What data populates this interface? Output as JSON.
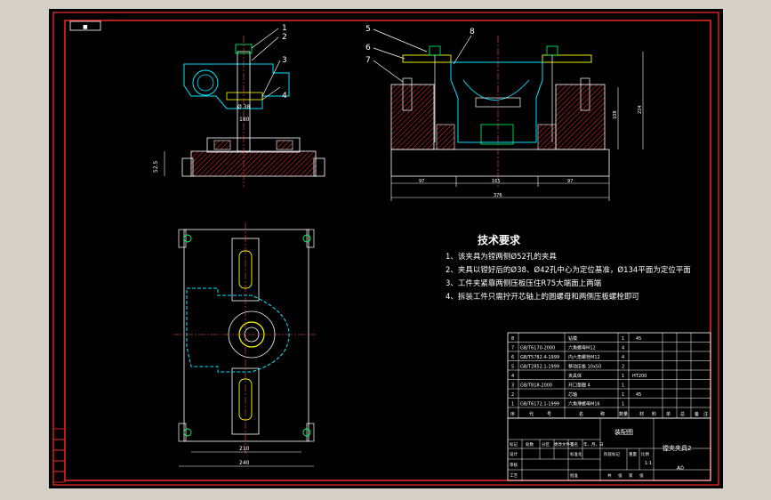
{
  "colors": {
    "frame": "#ff2a2a",
    "outline": "#ffffff",
    "cyan": "#00e5ff",
    "yellow": "#ffff00",
    "green": "#00ff66",
    "hatch": "#ff2a2a",
    "centerline": "#ff4d4d"
  },
  "title_small_box": "■",
  "front_view": {
    "leaders": [
      "1",
      "2",
      "3",
      "4"
    ],
    "dims": {
      "top_width": "Ø 38",
      "span": "180",
      "height": "52.5"
    }
  },
  "side_view": {
    "leaders": [
      "5",
      "6",
      "7",
      "8"
    ],
    "dims": {
      "left": "97",
      "mid": "165",
      "right": "97",
      "total": "376",
      "h_inner": "108",
      "h_outer": "224"
    }
  },
  "plan_view": {
    "dims": {
      "inner_width": "210",
      "outer_width": "240"
    }
  },
  "tech_requirements": {
    "title": "技术要求",
    "items": [
      "1、该夹具为镗两侧Ø52孔的夹具",
      "2、夹具以镗好后的Ø38、Ø42孔中心为定位基准，Ø134平面为定位平面",
      "3、工件夹紧靠两侧压板压住R75大端面上两端",
      "4、拆装工件只需拧开芯轴上的圆螺母和两侧压板螺栓即可"
    ]
  },
  "bom": {
    "rows": [
      {
        "no": "8",
        "code": "",
        "name": "钻模",
        "qty": "1",
        "material": "45"
      },
      {
        "no": "7",
        "code": "GB/T6170-2000",
        "name": "六角螺母M12",
        "qty": "4",
        "material": ""
      },
      {
        "no": "6",
        "code": "GB/T5782.4-1999",
        "name": "内六角螺栓M12",
        "qty": "4",
        "material": ""
      },
      {
        "no": "5",
        "code": "GB/T2852.1-1999",
        "name": "移动压板 10x50",
        "qty": "2",
        "material": ""
      },
      {
        "no": "4",
        "code": "",
        "name": "夹具体",
        "qty": "1",
        "material": "HT200"
      },
      {
        "no": "3",
        "code": "GB/T818-2000",
        "name": "开口垫圈 4",
        "qty": "1",
        "material": ""
      },
      {
        "no": "2",
        "code": "",
        "name": "芯轴",
        "qty": "1",
        "material": "45"
      },
      {
        "no": "1",
        "code": "GB/T6172.1-1999",
        "name": "六角薄螺母M16",
        "qty": "1",
        "material": ""
      }
    ],
    "headers": [
      "序",
      "号",
      "代",
      "号",
      "名",
      "称",
      "数量",
      "材",
      "料",
      "单",
      "总",
      "备",
      "注"
    ]
  },
  "title_block": {
    "drawing_type": "装配图",
    "drawing_name": "镗夹夹具2",
    "scale": "1:1",
    "sheet_code": "A0",
    "labels": [
      "标记",
      "处数",
      "分区",
      "更改文件号",
      "签名",
      "年、月、日",
      "设计",
      "审核",
      "工艺",
      "批准",
      "阶段标记",
      "重量",
      "比例",
      "共",
      "张",
      "第",
      "张",
      "标准化"
    ]
  }
}
